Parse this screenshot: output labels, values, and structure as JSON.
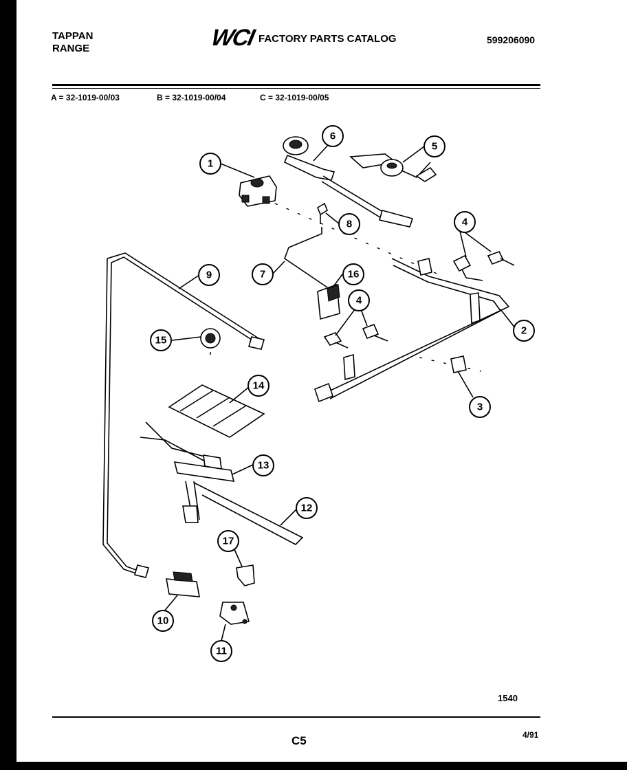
{
  "header": {
    "brand_line1": "TAPPAN",
    "brand_line2": "RANGE",
    "logo_text": "WCI",
    "catalog_title": "FACTORY PARTS CATALOG",
    "catalog_number": "599206090"
  },
  "models": [
    {
      "key": "A",
      "text": "A = 32-1019-00/03"
    },
    {
      "key": "B",
      "text": "B = 32-1019-00/04"
    },
    {
      "key": "C",
      "text": "C = 32-1019-00/05"
    }
  ],
  "callouts": {
    "c1": "1",
    "c2": "2",
    "c3": "3",
    "c4a": "4",
    "c4b": "4",
    "c5": "5",
    "c6": "6",
    "c7": "7",
    "c8": "8",
    "c9": "9",
    "c10": "10",
    "c11": "11",
    "c12": "12",
    "c13": "13",
    "c14": "14",
    "c15": "15",
    "c16": "16",
    "c17": "17"
  },
  "footer": {
    "figure_number": "1540",
    "page_code": "C5",
    "date": "4/91"
  }
}
